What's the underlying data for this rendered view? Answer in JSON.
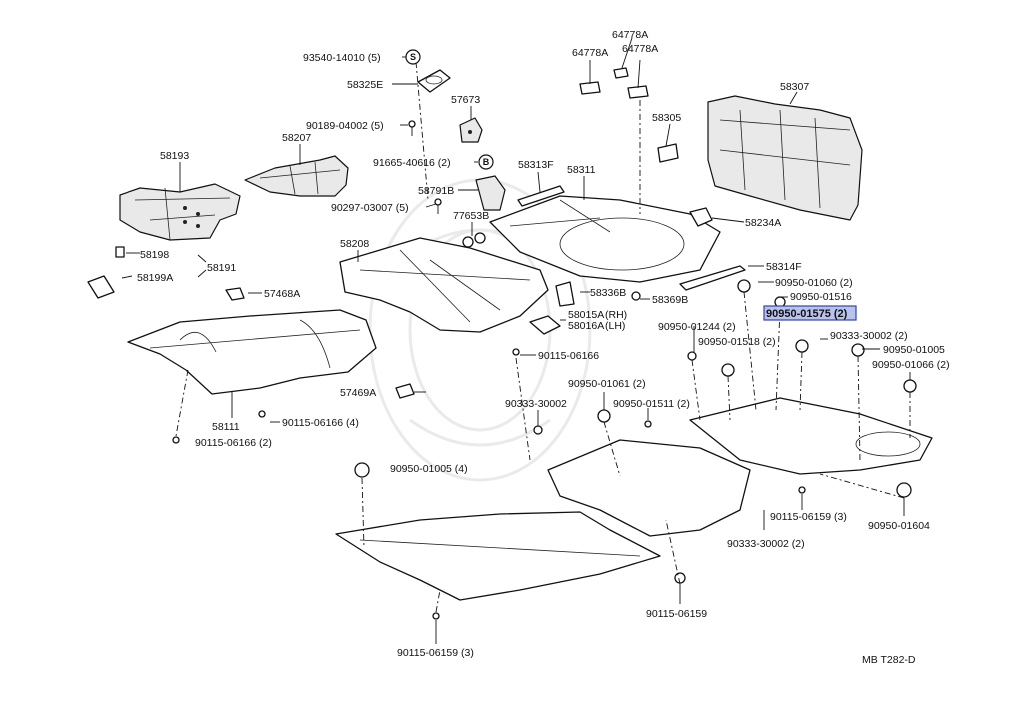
{
  "diagram_code": "MB T282-D",
  "highlighted_part": "90950-01575 (2)",
  "markers": {
    "s": "S",
    "b": "B"
  },
  "labels": {
    "p93540": "93540-14010 (5)",
    "p58325e": "58325E",
    "p90189": "90189-04002 (5)",
    "p57673": "57673",
    "p58207": "58207",
    "p58193": "58193",
    "p91665": "91665-40616 (2)",
    "p58791b": "58791B",
    "p90297": "90297-03007 (5)",
    "p64778a_top": "64778A",
    "p64778a_l": "64778A",
    "p64778a_r": "64778A",
    "p58305": "58305",
    "p58313f": "58313F",
    "p58311": "58311",
    "p58307": "58307",
    "p77653b": "77653B",
    "p58234a": "58234A",
    "p58208": "58208",
    "p58198": "58198",
    "p58191": "58191",
    "p58199a": "58199A",
    "p57468a": "57468A",
    "p58314f": "58314F",
    "p90950_01060": "90950-01060 (2)",
    "p90950_01516": "90950-01516",
    "p58336b": "58336B",
    "p58369b": "58369B",
    "p58015a": "58015A",
    "p58015a_sfx": "(RH)",
    "p58016a": "58016A",
    "p58016a_sfx": "(LH)",
    "p90950_01244": "90950-01244 (2)",
    "p90333_30002_r": "90333-30002 (2)",
    "p90950_01518": "90950-01518 (2)",
    "p90950_01005": "90950-01005",
    "p90115_06166": "90115-06166",
    "p90950_01066": "90950-01066 (2)",
    "p57469a": "57469A",
    "p90950_01061": "90950-01061 (2)",
    "p58111": "58111",
    "p90115_06166_4": "90115-06166 (4)",
    "p90333_30002_m": "90333-30002",
    "p90950_01511": "90950-01511 (2)",
    "p90115_06166_2": "90115-06166 (2)",
    "p90950_01005_4": "90950-01005 (4)",
    "p90115_06159_3": "90115-06159 (3)",
    "p90950_01604": "90950-01604",
    "p90333_30002_b": "90333-30002 (2)",
    "p90115_06159": "90115-06159",
    "p90115_06159_3b": "90115-06159 (3)"
  }
}
